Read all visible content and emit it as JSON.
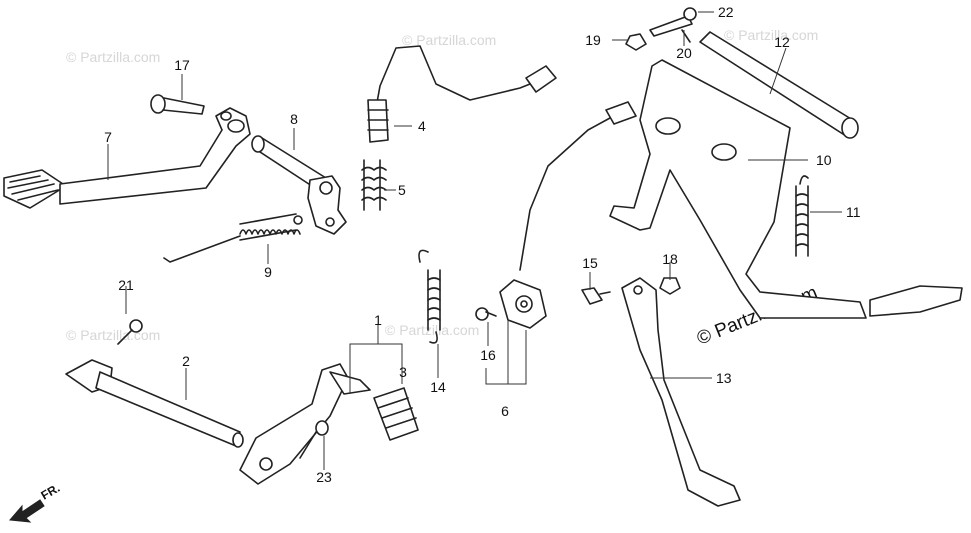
{
  "callouts": [
    "1",
    "2",
    "3",
    "4",
    "5",
    "6",
    "7",
    "8",
    "9",
    "10",
    "11",
    "12",
    "13",
    "14",
    "15",
    "16",
    "17",
    "18",
    "19",
    "20",
    "21",
    "22",
    "23"
  ],
  "watermark": {
    "faint": "© Partzilla.com",
    "main": "© Partzilla.com"
  },
  "direction": {
    "label": "FR."
  }
}
